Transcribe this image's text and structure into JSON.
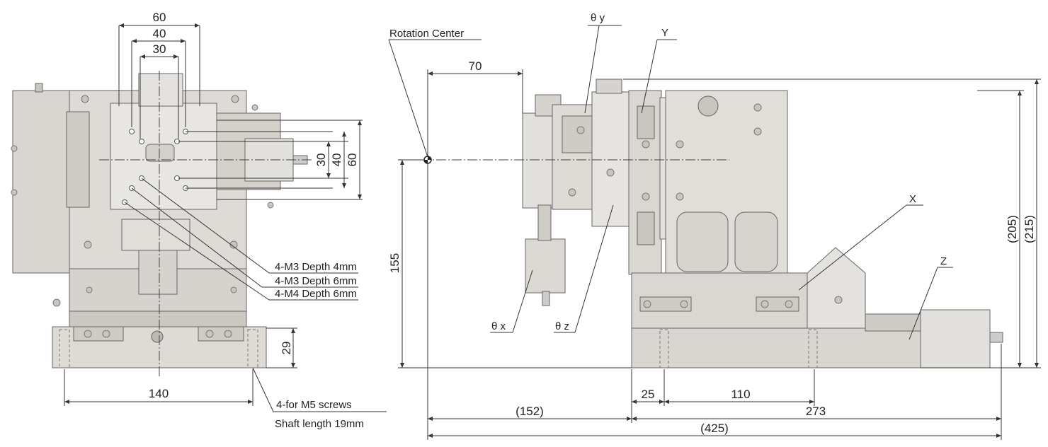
{
  "dimensions": {
    "top_60": "60",
    "top_40": "40",
    "top_30": "30",
    "right_30": "30",
    "right_40": "40",
    "right_60": "60",
    "height_29": "29",
    "base_140": "140",
    "offset_70": "70",
    "height_155": "155",
    "height_205": "(205)",
    "height_215": "(215)",
    "len_25": "25",
    "len_110": "110",
    "len_152": "(152)",
    "len_273": "273",
    "len_425": "(425)"
  },
  "labels": {
    "rotation_center": "Rotation Center",
    "theta_y": "θ y",
    "theta_x": "θ x",
    "theta_z": "θ z",
    "axis_y": "Y",
    "axis_x": "X",
    "axis_z": "Z"
  },
  "notes": {
    "hole_m3_4": "4-M3 Depth 4mm",
    "hole_m3_6": "4-M3 Depth 6mm",
    "hole_m4_6": "4-M4 Depth 6mm",
    "screws_line1": "4-for M5 screws",
    "screws_line2": "Shaft length 19mm"
  },
  "colors": {
    "stage_body": "#d9d6d1",
    "stage_dark": "#b9b6b0",
    "line": "#333333"
  }
}
